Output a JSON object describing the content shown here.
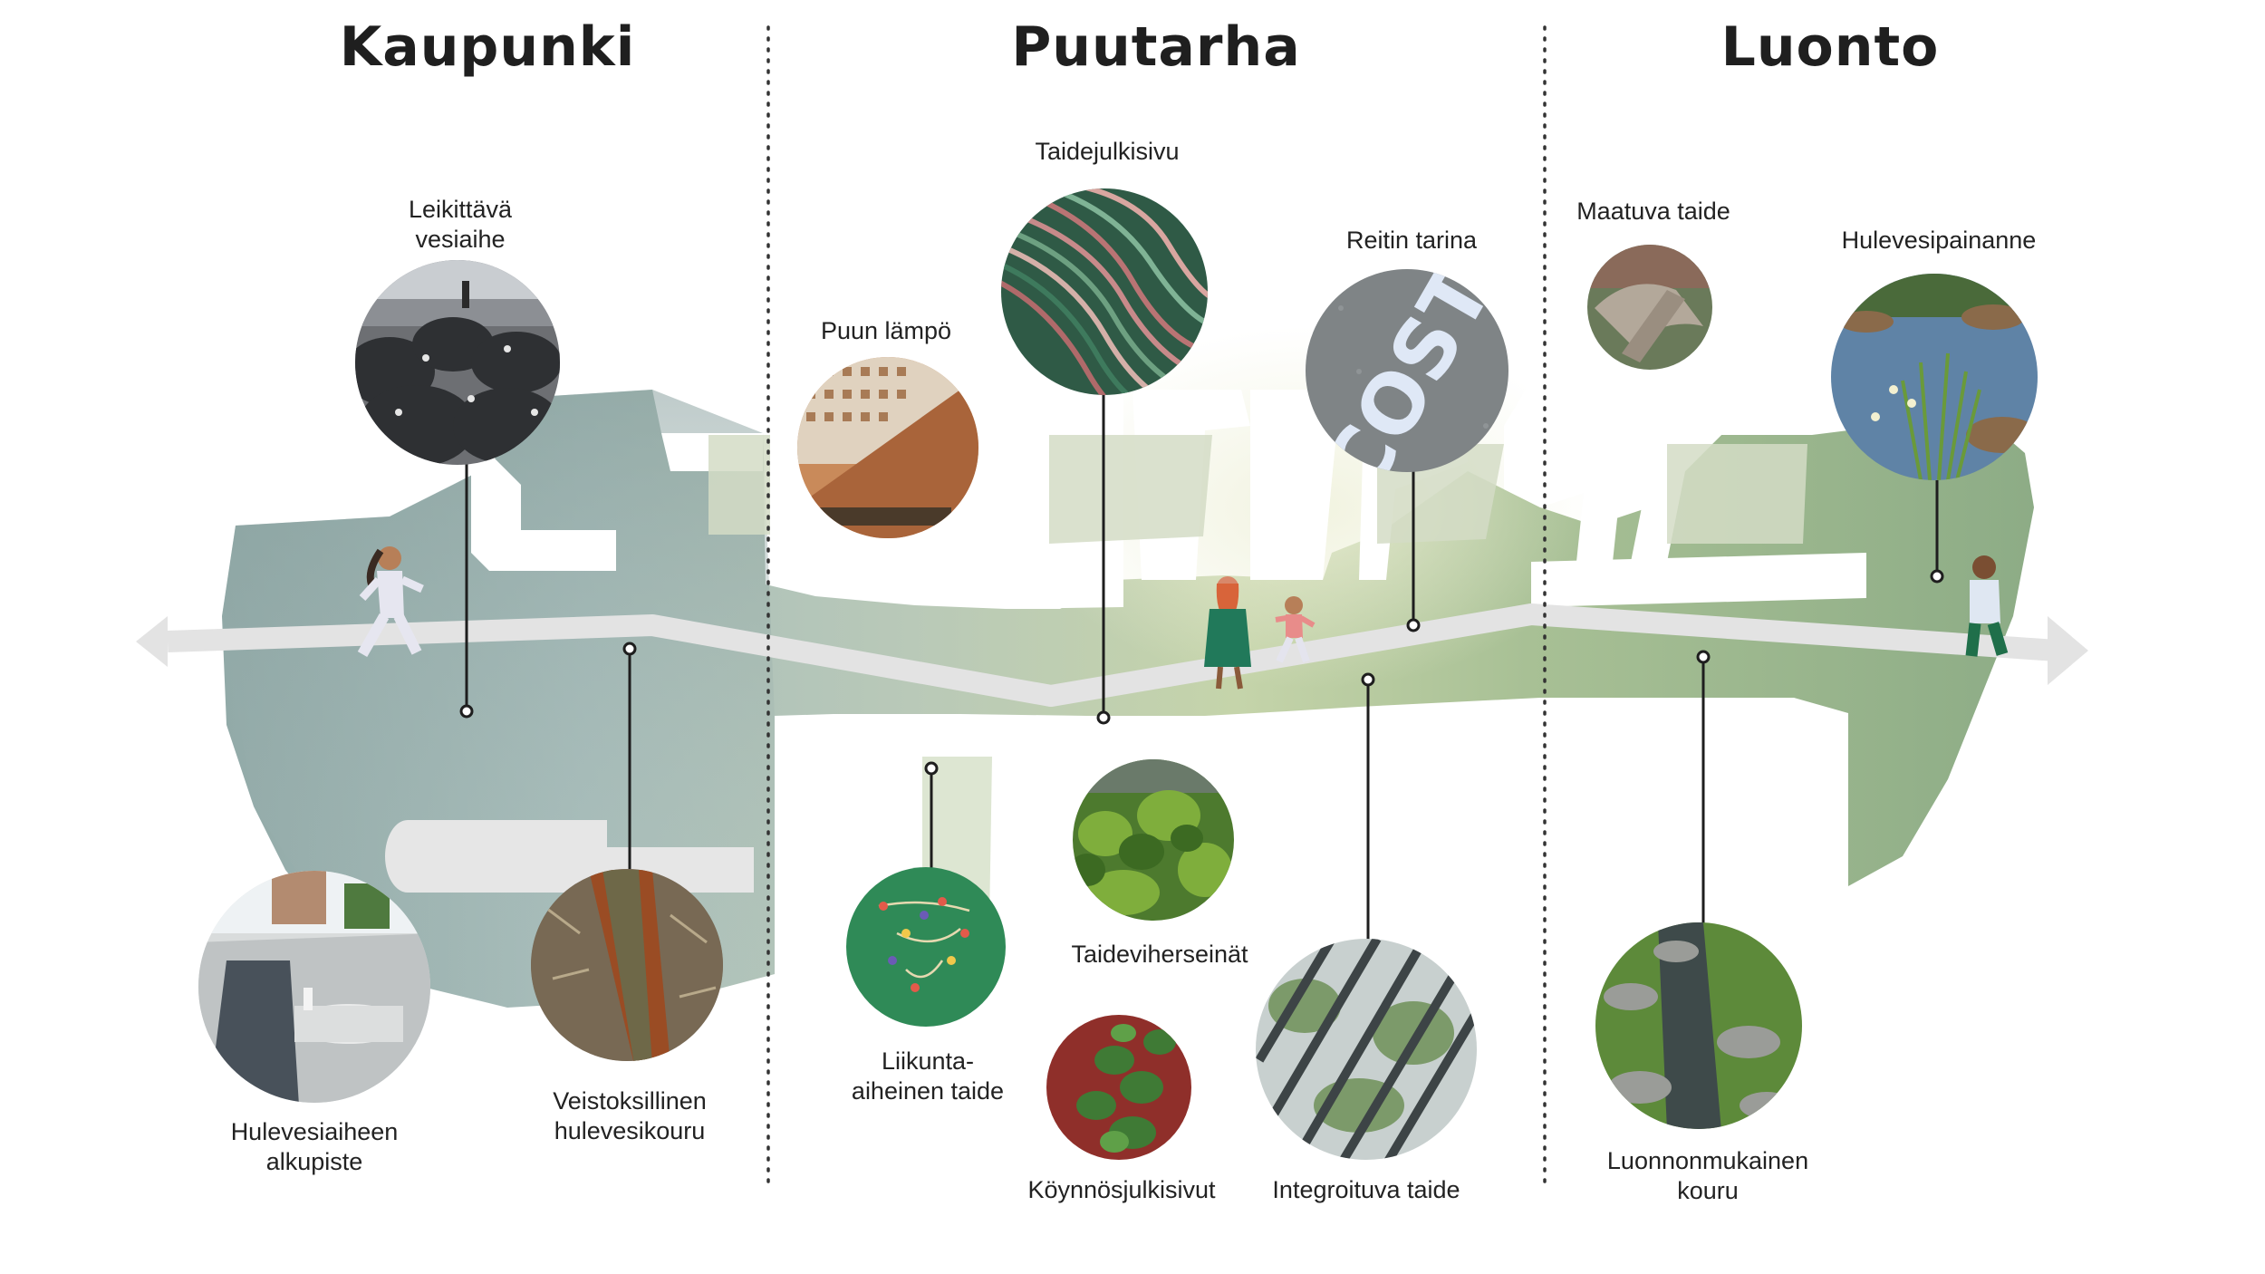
{
  "zones": [
    {
      "id": "kaupunki",
      "title": "Kaupunki"
    },
    {
      "id": "puutarha",
      "title": "Puutarha"
    },
    {
      "id": "luonto",
      "title": "Luonto"
    }
  ],
  "items": [
    {
      "id": "leikittava-vesiaihe",
      "label_lines": [
        "Leikittävä",
        "vesiaihe"
      ],
      "photo": "dark-domes-photo"
    },
    {
      "id": "hulevesiaiheen-alkupiste",
      "label_lines": [
        "Hulevesiaiheen",
        "alkupiste"
      ],
      "photo": "fountain-plaza-photo"
    },
    {
      "id": "veistoksillinen-hulevesikouru",
      "label_lines": [
        "Veistoksillinen",
        "hulevesikouru"
      ],
      "photo": "rust-channel-photo"
    },
    {
      "id": "puun-lampo",
      "label_lines": [
        "Puun lämpö"
      ],
      "photo": "wood-canopy-photo"
    },
    {
      "id": "taidejulkisivu",
      "label_lines": [
        "Taidejulkisivu"
      ],
      "photo": "striped-facade-photo"
    },
    {
      "id": "liikunta-aiheinen-taide",
      "label_lines": [
        "Liikunta-",
        "aiheinen taide"
      ],
      "photo": "green-climbing-wall-photo"
    },
    {
      "id": "taideviherseinat",
      "label_lines": [
        "Taideviherseinät"
      ],
      "photo": "green-plants-photo"
    },
    {
      "id": "koynnosjulkisivut",
      "label_lines": [
        "Köynnösjulkisivut"
      ],
      "photo": "ivy-wall-photo"
    },
    {
      "id": "reitin-tarina",
      "label_lines": [
        "Reitin tarina"
      ],
      "photo": "pavement-letters-photo",
      "photo_text": "COST"
    },
    {
      "id": "integroituva-taide",
      "label_lines": [
        "Integroituva taide"
      ],
      "photo": "diagonal-bars-photo"
    },
    {
      "id": "maatuva-taide",
      "label_lines": [
        "Maatuva taide"
      ],
      "photo": "driftwood-photo"
    },
    {
      "id": "hulevesipainanne",
      "label_lines": [
        "Hulevesipainanne"
      ],
      "photo": "reed-pond-photo"
    },
    {
      "id": "luonnonmukainen-kouru",
      "label_lines": [
        "Luonnonmukainen",
        "kouru"
      ],
      "photo": "stone-creek-photo"
    }
  ],
  "colors": {
    "city": "#8fa7a5",
    "garden": "#b9cb9c",
    "nature": "#8aab85",
    "path": "#e2e2e2",
    "text": "#222222"
  }
}
